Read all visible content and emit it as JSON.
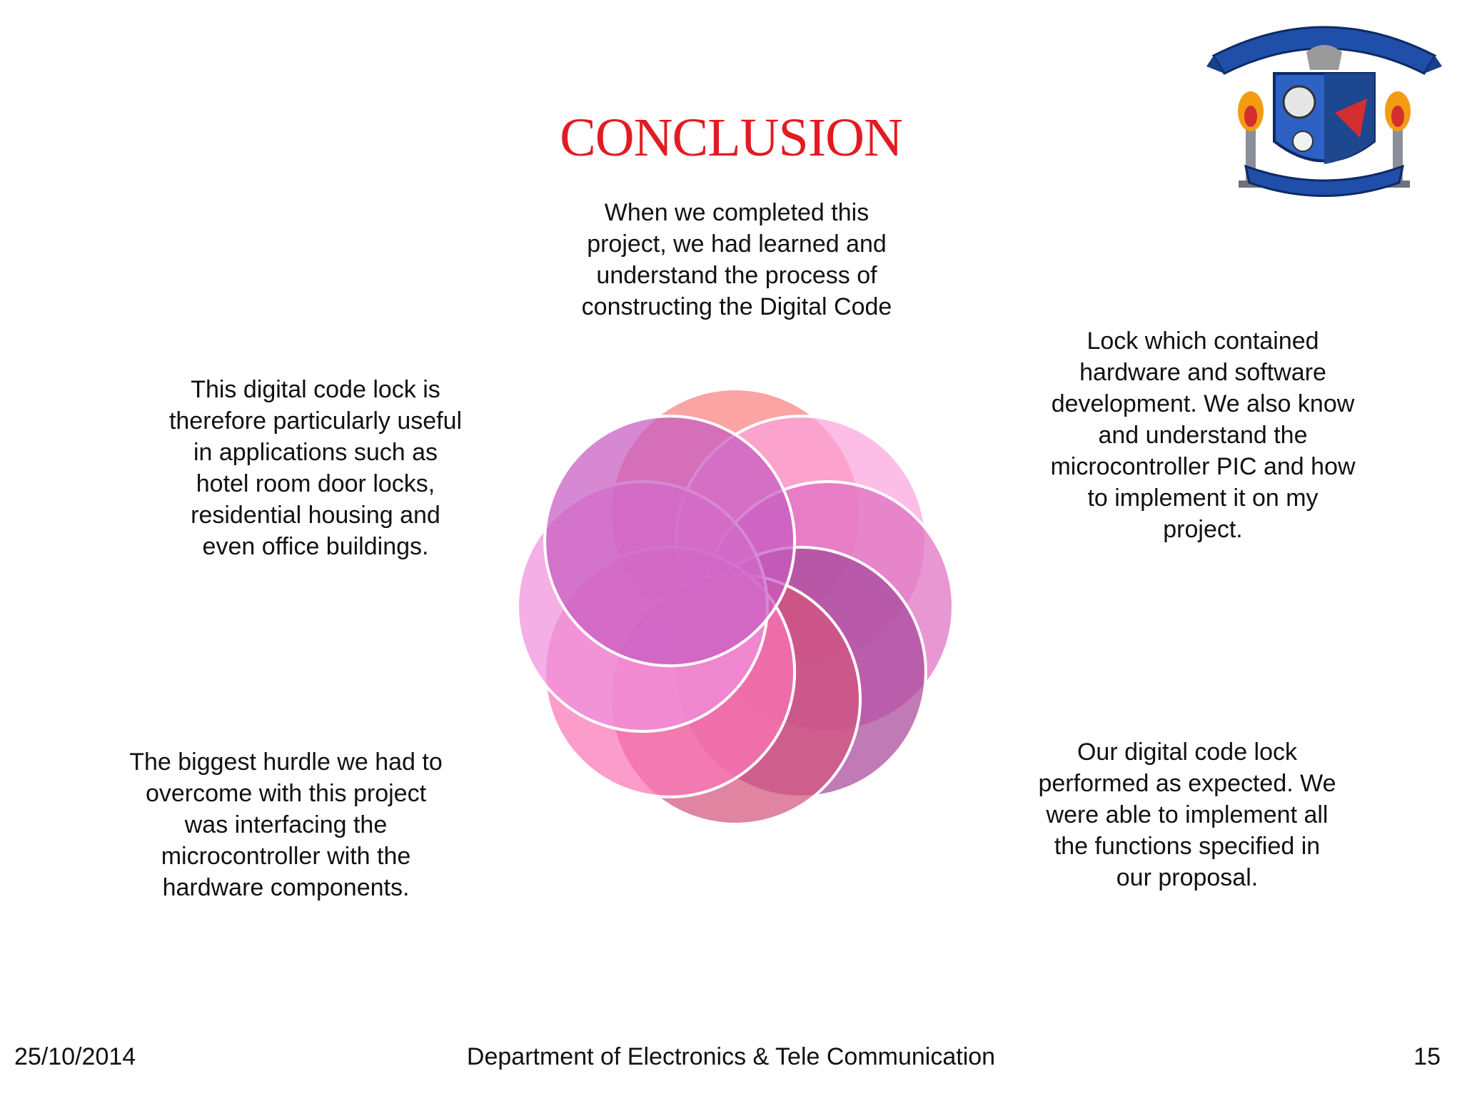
{
  "slide": {
    "title": "CONCLUSION",
    "paragraphs": {
      "top": "When we completed this project, we had learned and understand the process of constructing the Digital Code",
      "right": "Lock which contained hardware and software development. We also know and understand the microcontroller PIC and how to implement it on my project.",
      "left": "This digital code lock is therefore particularly useful in applications such as hotel room door locks, residential housing and even office buildings.",
      "bottom_left": "The biggest hurdle we had to overcome with this project was interfacing the microcontroller with the hardware components.",
      "bottom_right": "Our digital code lock performed as expected. We were able to implement all the functions specified in our proposal."
    },
    "footer": {
      "date": "25/10/2014",
      "department": "Department of Electronics & Tele Communication",
      "page_number": "15"
    }
  },
  "diagram": {
    "circle_colors": [
      "#fb7f7f",
      "#fba4dd",
      "#df6fc0",
      "#a8489b",
      "#d2557d",
      "#fb76b6",
      "#f090dd",
      "#c65bc0"
    ]
  },
  "logo": {
    "colors": {
      "banner": "#1f4fa8",
      "shield": "#2d62c4",
      "accent": "#d32f2f",
      "flame": "#f39c12"
    }
  }
}
